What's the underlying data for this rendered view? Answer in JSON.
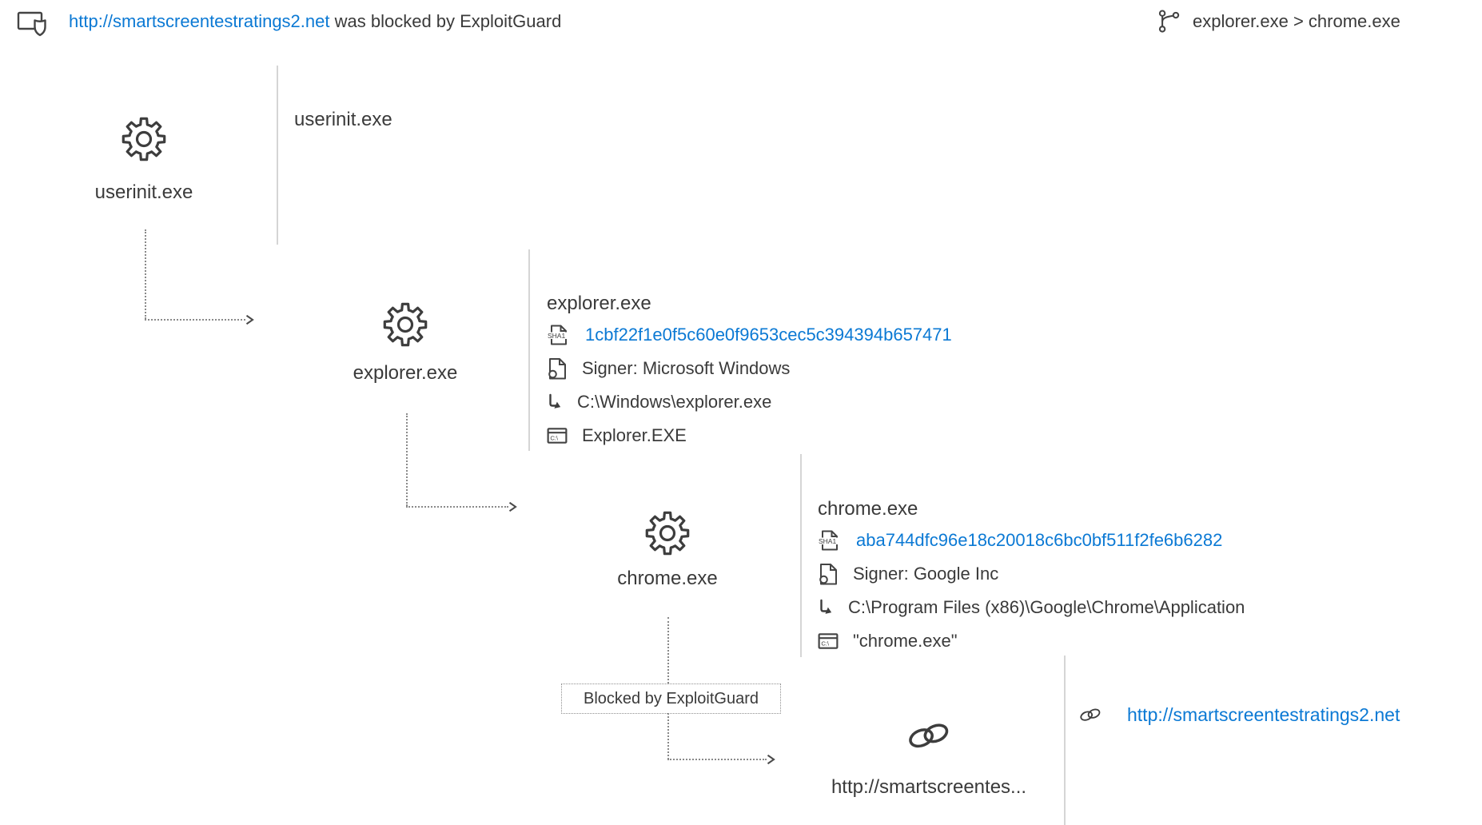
{
  "header": {
    "blocked_url": "http://smartscreentestratings2.net",
    "blocked_suffix": " was blocked by ExploitGuard",
    "process_chain": "explorer.exe > chrome.exe"
  },
  "edge_label": "Blocked by ExploitGuard",
  "nodes": {
    "userinit": {
      "label": "userinit.exe",
      "title": "userinit.exe"
    },
    "explorer": {
      "label": "explorer.exe",
      "title": "explorer.exe",
      "sha1": "1cbf22f1e0f5c60e0f9653cec5c394394b657471",
      "signer": "Signer: Microsoft Windows",
      "path": "C:\\Windows\\explorer.exe",
      "cmdline": "Explorer.EXE"
    },
    "chrome": {
      "label": "chrome.exe",
      "title": "chrome.exe",
      "sha1": "aba744dfc96e18c20018c6bc0bf511f2fe6b6282",
      "signer": "Signer: Google Inc",
      "path": "C:\\Program Files (x86)\\Google\\Chrome\\Application",
      "cmdline": "\"chrome.exe\""
    },
    "url": {
      "label": "http://smartscreentes...",
      "url": "http://smartscreentestratings2.net"
    }
  },
  "icons": {
    "sha1_label": "SHA1",
    "cmd_label": "C:\\"
  },
  "colors": {
    "link_blue": "#0b79d4",
    "text_dark": "#3a3a3a"
  }
}
